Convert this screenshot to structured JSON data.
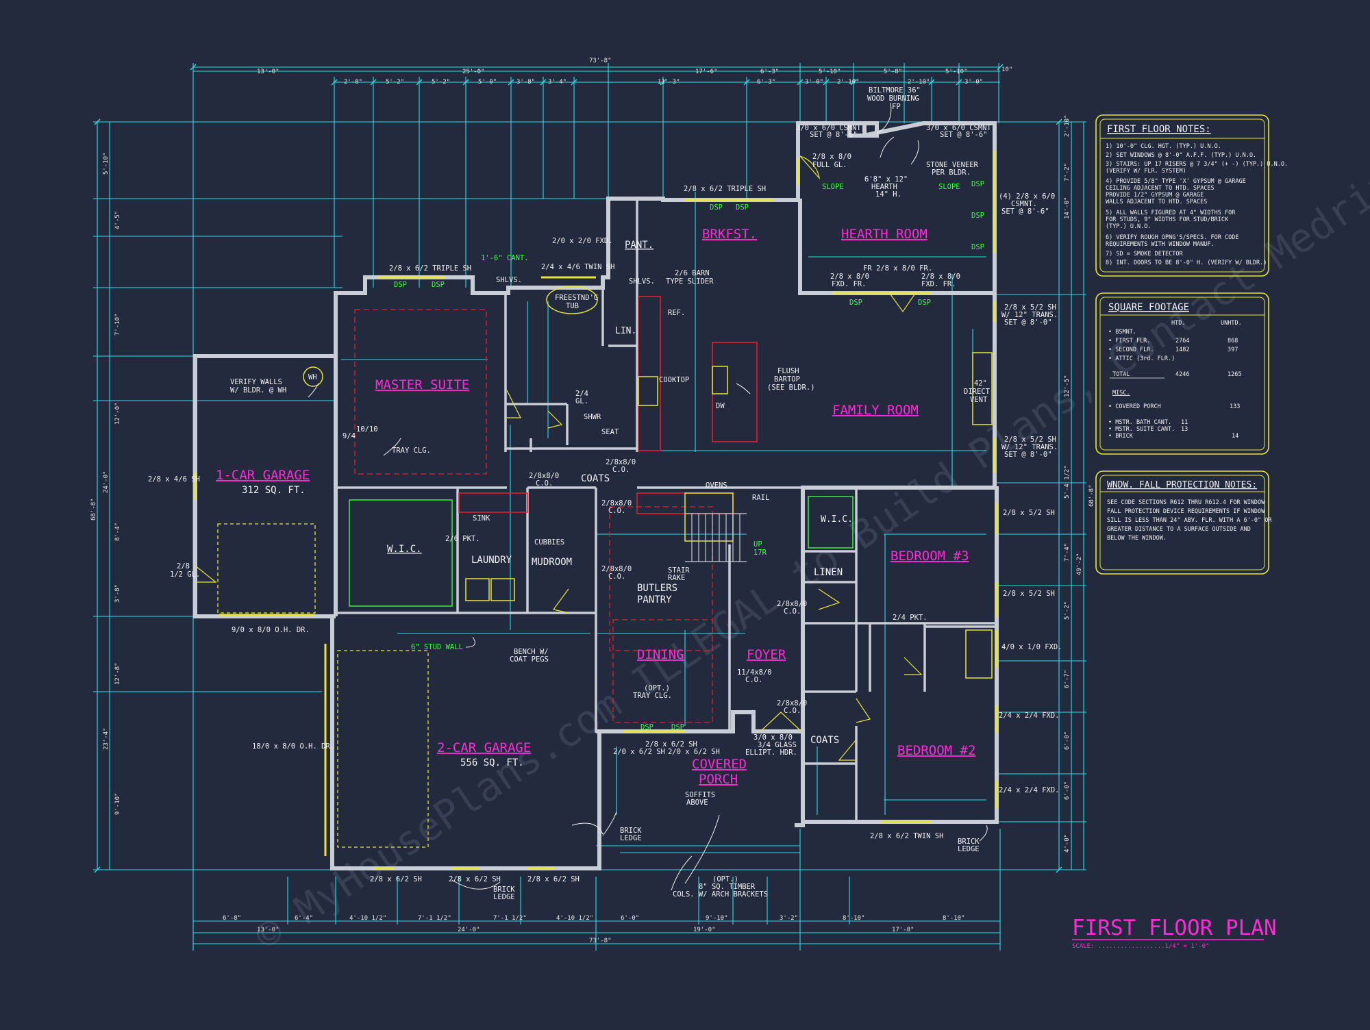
{
  "plan": {
    "title": "FIRST FLOOR PLAN",
    "scale": "SCALE: ..................1/4\" = 1'-0\"",
    "watermark": "© MyHousePlans.com ILLEGAL to Build Plans, Contact Medrino Construction",
    "colors": {
      "background": "#232a3e",
      "dimension": "#29e0e6",
      "rooms": "#ff2bd6",
      "boxes": "#e8e63a",
      "green": "#39ff3a",
      "red": "#e0202c"
    }
  },
  "rooms": [
    {
      "id": "master-suite",
      "name": "MASTER SUITE"
    },
    {
      "id": "one-car-garage",
      "name": "1-CAR GARAGE",
      "area": "312 SQ. FT."
    },
    {
      "id": "two-car-garage",
      "name": "2-CAR GARAGE",
      "area": "556 SQ. FT."
    },
    {
      "id": "brkfst",
      "name": "BRKFST."
    },
    {
      "id": "hearth-room",
      "name": "HEARTH ROOM"
    },
    {
      "id": "family-room",
      "name": "FAMILY ROOM"
    },
    {
      "id": "bedroom-3",
      "name": "BEDROOM #3"
    },
    {
      "id": "bedroom-2",
      "name": "BEDROOM #2"
    },
    {
      "id": "dining",
      "name": "DINING"
    },
    {
      "id": "foyer",
      "name": "FOYER"
    },
    {
      "id": "covered-porch-1",
      "name": "COVERED"
    },
    {
      "id": "covered-porch-2",
      "name": "PORCH"
    },
    {
      "id": "laundry",
      "name": "LAUNDRY"
    },
    {
      "id": "mudroom",
      "name": "MUDROOM"
    },
    {
      "id": "wic-master",
      "name": "W.I.C."
    },
    {
      "id": "butlers-pantry-1",
      "name": "BUTLERS"
    },
    {
      "id": "butlers-pantry-2",
      "name": "PANTRY"
    },
    {
      "id": "pant",
      "name": "PANT."
    },
    {
      "id": "lin",
      "name": "LIN."
    },
    {
      "id": "coats-1",
      "name": "COATS"
    },
    {
      "id": "coats-2",
      "name": "COATS"
    },
    {
      "id": "linen",
      "name": "LINEN"
    },
    {
      "id": "wic-bed3",
      "name": "W.I.C."
    }
  ],
  "labels": [
    {
      "id": "biltmore-1",
      "text": "BILTMORE 36\""
    },
    {
      "id": "biltmore-2",
      "text": "WOOD BURNING"
    },
    {
      "id": "biltmore-3",
      "text": "FP"
    },
    {
      "id": "csmnt-left-1",
      "text": "3/0 x 6/0 CSMNT."
    },
    {
      "id": "csmnt-left-2",
      "text": "SET @ 8'-6\""
    },
    {
      "id": "csmnt-right-1",
      "text": "3/0 x 6/0 CSMNT."
    },
    {
      "id": "csmnt-right-2",
      "text": "SET @ 8'-6\""
    },
    {
      "id": "fullgl-1",
      "text": "2/8 x 8/0"
    },
    {
      "id": "fullgl-2",
      "text": "FULL GL."
    },
    {
      "id": "stone-1",
      "text": "STONE VENEER"
    },
    {
      "id": "stone-2",
      "text": "PER BLDR."
    },
    {
      "id": "hearth-1",
      "text": "6'8\" x 12\""
    },
    {
      "id": "hearth-2",
      "text": "HEARTH"
    },
    {
      "id": "hearth-3",
      "text": "14\" H."
    },
    {
      "id": "csmnt4-1",
      "text": "(4) 2/8 x 6/0"
    },
    {
      "id": "csmnt4-2",
      "text": "CSMNT."
    },
    {
      "id": "csmnt4-3",
      "text": "SET @ 8'-6\""
    },
    {
      "id": "triple-sh-brk",
      "text": "2/8 x 6/2 TRIPLE SH"
    },
    {
      "id": "fxd-pant",
      "text": "2/0 x 2/0 FXD."
    },
    {
      "id": "triple-sh-ms",
      "text": "2/8 x 6/2 TRIPLE SH"
    },
    {
      "id": "twin-sh",
      "text": "2/4 x 4/6 TWIN SH"
    },
    {
      "id": "shlvs-1",
      "text": "SHLVS."
    },
    {
      "id": "shlvs-2",
      "text": "SHLVS."
    },
    {
      "id": "tub-1",
      "text": "FREESTND'G"
    },
    {
      "id": "tub-2",
      "text": "TUB"
    },
    {
      "id": "barn-1",
      "text": "2/6 BARN"
    },
    {
      "id": "barn-2",
      "text": "TYPE SLIDER"
    },
    {
      "id": "ref",
      "text": "REF."
    },
    {
      "id": "fr-door",
      "text": "FR 2/8 x 8/0 FR."
    },
    {
      "id": "fxd-fr-l1",
      "text": "2/8 x 8/0"
    },
    {
      "id": "fxd-fr-l2",
      "text": "FXD. FR."
    },
    {
      "id": "fxd-fr-r1",
      "text": "2/8 x 8/0"
    },
    {
      "id": "fxd-fr-r2",
      "text": "FXD. FR."
    },
    {
      "id": "trans-1a",
      "text": "2/8 x 5/2 SH"
    },
    {
      "id": "trans-1b",
      "text": "W/ 12\" TRANS."
    },
    {
      "id": "trans-1c",
      "text": "SET @ 8'-0\""
    },
    {
      "id": "verify-1",
      "text": "VERIFY WALLS"
    },
    {
      "id": "verify-2",
      "text": "W/ BLDR. @ WH"
    },
    {
      "id": "wh",
      "text": "WH"
    },
    {
      "id": "flush-1",
      "text": "FLUSH"
    },
    {
      "id": "flush-2",
      "text": "BARTOP"
    },
    {
      "id": "flush-3",
      "text": "(SEE BLDR.)"
    },
    {
      "id": "cooktop",
      "text": "COOKTOP"
    },
    {
      "id": "dw",
      "text": "DW"
    },
    {
      "id": "vent-1",
      "text": "42\""
    },
    {
      "id": "vent-2",
      "text": "DIRECT"
    },
    {
      "id": "vent-3",
      "text": "VENT"
    },
    {
      "id": "trans-2a",
      "text": "2/8 x 5/2 SH"
    },
    {
      "id": "trans-2b",
      "text": "W/ 12\" TRANS."
    },
    {
      "id": "trans-2c",
      "text": "SET @ 8'-0\""
    },
    {
      "id": "tray-ms",
      "text": "TRAY CLG."
    },
    {
      "id": "d-9-4",
      "text": "9/4"
    },
    {
      "id": "d-10-10",
      "text": "10/10"
    },
    {
      "id": "sh-garage",
      "text": "2/8 x 4/6 SH"
    },
    {
      "id": "gl-1",
      "text": "2/8"
    },
    {
      "id": "gl-2",
      "text": "1/2 GL."
    },
    {
      "id": "ohdr-1",
      "text": "9/0 x 8/0 O.H. DR."
    },
    {
      "id": "ohdr-2",
      "text": "18/0 x 8/0 O.H. DR."
    },
    {
      "id": "stud-wall",
      "text": "6\" STUD WALL"
    },
    {
      "id": "sink",
      "text": "SINK"
    },
    {
      "id": "pkt-1",
      "text": "2/6 PKT."
    },
    {
      "id": "cubbies",
      "text": "CUBBIES"
    },
    {
      "id": "co-1a",
      "text": "2/8x8/0"
    },
    {
      "id": "co-1b",
      "text": "C.O."
    },
    {
      "id": "co-2a",
      "text": "2/8x8/0"
    },
    {
      "id": "co-2b",
      "text": "C.O."
    },
    {
      "id": "co-3a",
      "text": "2/8x8/0"
    },
    {
      "id": "co-3b",
      "text": "C.O."
    },
    {
      "id": "co-4a",
      "text": "2/8x8/0"
    },
    {
      "id": "co-4b",
      "text": "C.O."
    },
    {
      "id": "co-5a",
      "text": "2/8x8/0"
    },
    {
      "id": "co-5b",
      "text": "C.O."
    },
    {
      "id": "co-6a",
      "text": "2/8x8/0"
    },
    {
      "id": "co-6b",
      "text": "C.O."
    },
    {
      "id": "shwr",
      "text": "SHWR"
    },
    {
      "id": "seat",
      "text": "SEAT"
    },
    {
      "id": "ovens",
      "text": "OVENS"
    },
    {
      "id": "rail",
      "text": "RAIL"
    },
    {
      "id": "stair-1",
      "text": "STAIR"
    },
    {
      "id": "stair-2",
      "text": "RAKE"
    },
    {
      "id": "up",
      "text": "UP"
    },
    {
      "id": "up-n",
      "text": "17R"
    },
    {
      "id": "bench-1",
      "text": "BENCH W/"
    },
    {
      "id": "bench-2",
      "text": "COAT PEGS"
    },
    {
      "id": "tray-din-1",
      "text": "(OPT.)"
    },
    {
      "id": "tray-din-2",
      "text": "TRAY CLG."
    },
    {
      "id": "co-114-a",
      "text": "11/4x8/0"
    },
    {
      "id": "co-114-b",
      "text": "C.O."
    },
    {
      "id": "porch-sh-1",
      "text": "2/0 x 6/2 SH"
    },
    {
      "id": "porch-sh-2",
      "text": "2/8 x 6/2 SH"
    },
    {
      "id": "porch-sh-3",
      "text": "2/0 x 6/2 SH"
    },
    {
      "id": "glass-1",
      "text": "3/0 x 8/0"
    },
    {
      "id": "glass-2",
      "text": "3/4 GLASS"
    },
    {
      "id": "glass-3",
      "text": "ELLIPT. HDR."
    },
    {
      "id": "soffit-1",
      "text": "SOFFITS"
    },
    {
      "id": "soffit-2",
      "text": "ABOVE"
    },
    {
      "id": "brick-1a",
      "text": "BRICK"
    },
    {
      "id": "brick-1b",
      "text": "LEDGE"
    },
    {
      "id": "brick-2a",
      "text": "BRICK"
    },
    {
      "id": "brick-2b",
      "text": "LEDGE"
    },
    {
      "id": "brick-3a",
      "text": "BRICK"
    },
    {
      "id": "brick-3b",
      "text": "LEDGE"
    },
    {
      "id": "timber-1",
      "text": "(OPT.)"
    },
    {
      "id": "timber-2",
      "text": "8\" SQ. TIMBER"
    },
    {
      "id": "timber-3",
      "text": "COLS. W/ ARCH BRACKETS"
    },
    {
      "id": "g-sh-1",
      "text": "2/8 x 6/2 SH"
    },
    {
      "id": "g-sh-2",
      "text": "2/8 x 6/2 SH"
    },
    {
      "id": "g-sh-3",
      "text": "2/8 x 6/2 SH"
    },
    {
      "id": "twin-sh-b2",
      "text": "2/8 x 6/2 TWIN SH"
    },
    {
      "id": "b3-sh",
      "text": "2/8 x 5/2 SH"
    },
    {
      "id": "b3-sh-2",
      "text": "2/8 x 5/2 SH"
    },
    {
      "id": "fxd-4-1",
      "text": "4/0 x 1/0 FXD."
    },
    {
      "id": "fxd-2-1",
      "text": "2/4 x 2/4 FXD."
    },
    {
      "id": "fxd-2-2",
      "text": "2/4 x 2/4 FXD."
    },
    {
      "id": "pkt-2",
      "text": "2/4 PKT."
    },
    {
      "id": "slope-1",
      "text": "SLOPE"
    },
    {
      "id": "slope-2",
      "text": "SLOPE"
    },
    {
      "id": "dsp",
      "text": "DSP"
    },
    {
      "id": "cant",
      "text": "1'-6\" CANT."
    },
    {
      "id": "gl-24",
      "text": "2/4"
    },
    {
      "id": "gl-24b",
      "text": "GL."
    }
  ],
  "dims_top_outer": [
    "73'-8\""
  ],
  "dims_top_1": [
    "13'-0\"",
    "25'-0\"",
    "17'-6\"",
    "6'-3\"",
    "5'-10\"",
    "5'-8\"",
    "5'-10\"",
    "10\""
  ],
  "dims_top_2": [
    "2'-8\"",
    "5'-2\"",
    "5'-2\"",
    "5'-0\"",
    "3'-8\"",
    "3'-4\"",
    "11'-3\"",
    "6'-3\"",
    "3'-0\"",
    "2'-10\"",
    "2'-10\"",
    "3'-0\""
  ],
  "dims_bot_1": [
    "6'-8\"",
    "6'-4\"",
    "4'-10 1/2\"",
    "7'-1 1/2\"",
    "7'-1 1/2\"",
    "4'-10 1/2\"",
    "6'-0\"",
    "9'-10\"",
    "3'-2\"",
    "8'-10\"",
    "8'-10\""
  ],
  "dims_bot_2": [
    "13'-0\"",
    "24'-0\"",
    "19'-0\"",
    "17'-8\""
  ],
  "dims_bot_outer": [
    "73'-8\""
  ],
  "dims_left": [
    "68'-8\"",
    "24'-0\"",
    "23'-4\"",
    "12'-8\"",
    "12'-0\"",
    "9'-10\"",
    "8'-4\"",
    "7'-10\"",
    "3'-8\"",
    "5'-10\"",
    "4'-5\""
  ],
  "dims_right": [
    "68'-8\"",
    "49'-2\"",
    "14'-0\"",
    "12'-5\"",
    "5'-4 1/2\"",
    "7'-4\"",
    "5'-2\"",
    "6'-7\"",
    "6'-0\"",
    "7'-2\"",
    "6'-0\"",
    "4'-0\"",
    "2'-10\""
  ],
  "notes_box": {
    "title": "FIRST FLOOR NOTES:",
    "lines": [
      "1) 10'-0\" CLG. HGT. (TYP.) U.N.O.",
      "2) SET WINDOWS @ 8'-0\" A.F.F. (TYP.) U.N.O.",
      "3) STAIRS: UP 17 RISERS @ 7 3/4\" (+ -) (TYP.) U.N.O.",
      "    (VERIFY W/ FLR. SYSTEM)",
      "4) PROVIDE 5/8\" TYPE 'X' GYPSUM @ GARAGE",
      "    CEILING ADJACENT TO HTD. SPACES",
      "    PROVIDE 1/2\" GYPSUM @ GARAGE",
      "    WALLS ADJACENT TO HTD. SPACES",
      "5) ALL WALLS FIGURED AT 4\" WIDTHS FOR",
      "    FOR STUDS, 9\" WIDTHS FOR STUD/BRICK",
      "    (TYP.) U.N.O.",
      "6) VERIFY ROUGH OPNG'S/SPECS. FOR CODE",
      "    REQUIREMENTS WITH WINDOW MANUF.",
      "7) SD = SMOKE DETECTOR",
      "8) INT. DOORS TO BE 8'-0\" H. (VERIFY W/ BLDR.)"
    ]
  },
  "sqft_box": {
    "title": "SQUARE FOOTAGE",
    "col_htd": "HTD.",
    "col_unhtd": "UNHTD.",
    "rows": [
      {
        "label": "• BSMNT.",
        "htd": "",
        "unhtd": ""
      },
      {
        "label": "• FIRST FLR.",
        "htd": "2764",
        "unhtd": "868"
      },
      {
        "label": "• SECOND FLR.",
        "htd": "1482",
        "unhtd": "397"
      },
      {
        "label": "• ATTIC (3rd. FLR.)",
        "htd": "",
        "unhtd": ""
      },
      {
        "label": "TOTAL",
        "htd": "4246",
        "unhtd": "1265"
      },
      {
        "label": "MISC.",
        "htd": "",
        "unhtd": ""
      },
      {
        "label": "• COVERED PORCH",
        "htd": "",
        "unhtd": "133"
      },
      {
        "label": "• MSTR. BATH CANT.",
        "htd": "11",
        "unhtd": ""
      },
      {
        "label": "• MSTR. SUITE CANT.",
        "htd": "13",
        "unhtd": ""
      },
      {
        "label": "• BRICK",
        "htd": "",
        "unhtd": "14"
      }
    ]
  },
  "fall_box": {
    "title": "WNDW. FALL PROTECTION NOTES:",
    "lines": [
      "SEE CODE SECTIONS R612 THRU R612.4 FOR WINDOW",
      "FALL PROTECTION DEVICE REQUIREMENTS IF WINDOW",
      "SILL IS LESS THAN 24\" ABV. FLR. WITH A 6'-0\" OR",
      "GREATER DISTANCE TO A SURFACE OUTSIDE AND",
      "BELOW THE WINDOW."
    ]
  }
}
